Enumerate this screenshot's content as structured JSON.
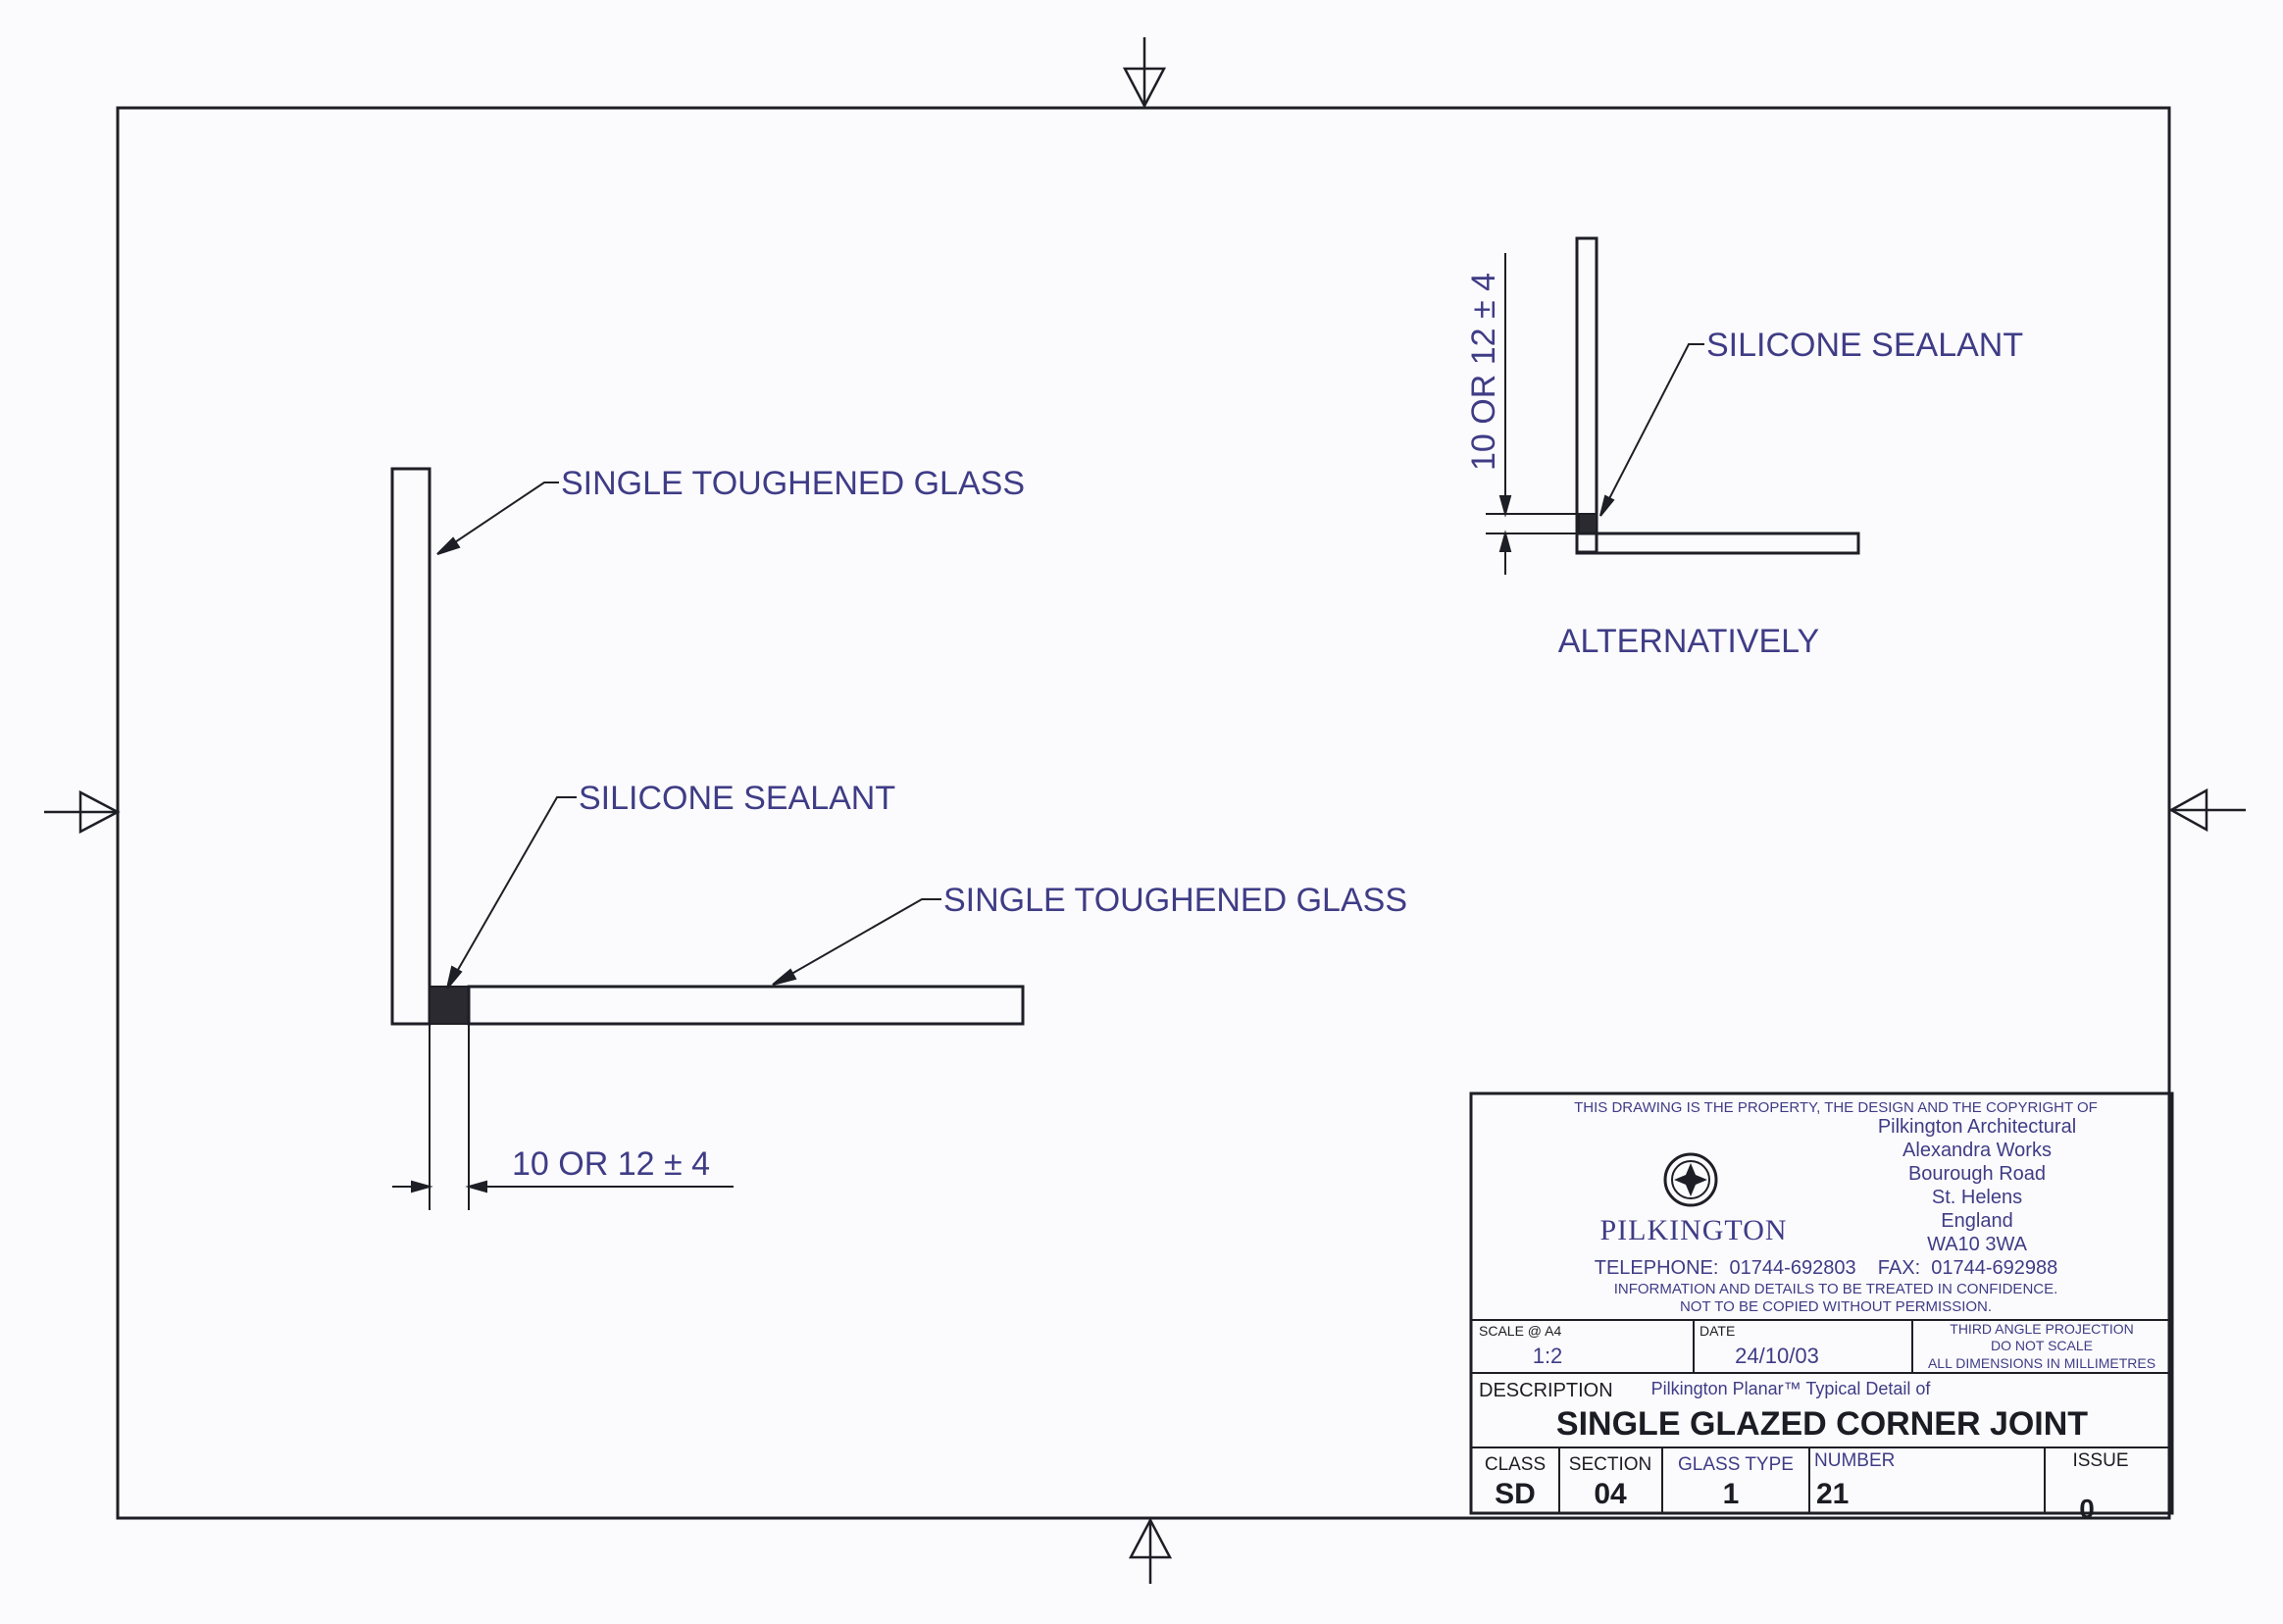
{
  "labels": {
    "glass_vertical": "SINGLE TOUGHENED GLASS",
    "sealant_main": "SILICONE SEALANT",
    "glass_horizontal": "SINGLE TOUGHENED GLASS",
    "dimension_main": "10 OR 12 ± 4",
    "sealant_alt": "SILICONE SEALANT",
    "dimension_alt": "10 OR 12 ± 4",
    "alternatively": "ALTERNATIVELY"
  },
  "title_block": {
    "property_notice": "THIS DRAWING IS THE PROPERTY, THE DESIGN AND THE COPYRIGHT OF",
    "company": "PILKINGTON",
    "address": [
      "Pilkington Architectural",
      "Alexandra Works",
      "Bourough Road",
      "St. Helens",
      "England",
      "WA10 3WA"
    ],
    "contact": "TELEPHONE:  01744-692803    FAX:  01744-692988",
    "confidential_1": "INFORMATION AND DETAILS TO BE TREATED IN CONFIDENCE.",
    "confidential_2": "NOT TO BE COPIED WITHOUT PERMISSION.",
    "scale_label": "SCALE @ A4",
    "scale_value": "1:2",
    "date_label": "DATE",
    "date_value": "24/10/03",
    "projection_1": "THIRD ANGLE PROJECTION",
    "projection_2": "DO NOT SCALE",
    "projection_3": "ALL DIMENSIONS IN MILLIMETRES",
    "description_label": "DESCRIPTION",
    "description_sub": "Pilkington Planar™ Typical Detail of",
    "description_title": "SINGLE GLAZED CORNER JOINT",
    "class_label": "CLASS",
    "class_value": "SD",
    "section_label": "SECTION",
    "section_value": "04",
    "glass_type_label": "GLASS TYPE",
    "glass_type_value": "1",
    "number_label": "NUMBER",
    "number_value": "21",
    "issue_label": "ISSUE",
    "issue_value": "0"
  },
  "colors": {
    "annotation": "#3f3c86",
    "line": "#1e1e26",
    "sealant_fill": "#2a2a30"
  }
}
